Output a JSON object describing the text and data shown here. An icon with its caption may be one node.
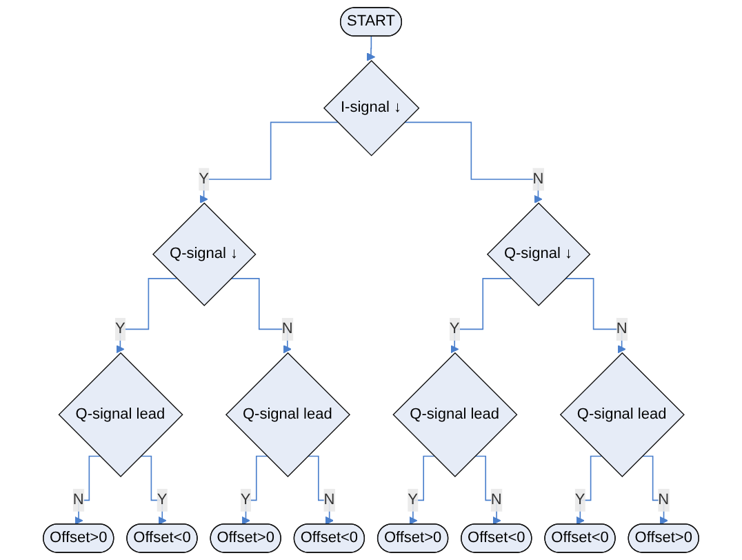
{
  "diagram": {
    "nodes": [
      {
        "text": [
          "START"
        ]
      },
      {
        "text": [
          "I-signal ↓"
        ]
      },
      {
        "text": [
          "Q-signal ↓"
        ]
      },
      {
        "text": [
          "Q-signal ↓"
        ]
      },
      {
        "text": [
          "Q-signal lead"
        ]
      },
      {
        "text": [
          "Q-signal lead"
        ]
      },
      {
        "text": [
          "Q-signal lead"
        ]
      },
      {
        "text": [
          "Q-signal lead"
        ]
      },
      {
        "text": [
          "Offset>0"
        ]
      },
      {
        "text": [
          "Offset>0"
        ]
      },
      {
        "text": [
          "Offset>0"
        ]
      },
      {
        "text": [
          "Offset<0"
        ]
      },
      {
        "text": [
          "Offset<0"
        ]
      },
      {
        "text": [
          "Offset<0"
        ]
      },
      {
        "text": [
          "Offset<0"
        ]
      },
      {
        "text": [
          "Offset>0"
        ]
      }
    ],
    "edges": [
      {
        "from": 0,
        "to": 1,
        "arrow": "to"
      },
      {
        "from": 1,
        "to": 2,
        "label": "Y",
        "arrow": "to"
      },
      {
        "from": 1,
        "to": 3,
        "label": "N",
        "arrow": "to"
      },
      {
        "from": 2,
        "to": 4,
        "label": "Y",
        "arrow": "to"
      },
      {
        "from": 2,
        "to": 5,
        "label": "N",
        "arrow": "to"
      },
      {
        "from": 3,
        "to": 6,
        "label": "Y",
        "arrow": "to"
      },
      {
        "from": 3,
        "to": 7,
        "label": "N",
        "arrow": "to"
      },
      {
        "from": 4,
        "to": 8,
        "label": "N",
        "arrow": "to"
      },
      {
        "from": 4,
        "to": 12,
        "label": "Y",
        "arrow": "to"
      },
      {
        "from": 5,
        "to": 9,
        "label": "Y",
        "arrow": "to"
      },
      {
        "from": 5,
        "to": 13,
        "label": "N",
        "arrow": "to"
      },
      {
        "from": 6,
        "to": 10,
        "label": "Y",
        "arrow": "to"
      },
      {
        "from": 6,
        "to": 14,
        "label": "N",
        "arrow": "to"
      },
      {
        "from": 7,
        "to": 11,
        "label": "Y",
        "arrow": "to"
      },
      {
        "from": 7,
        "to": 15,
        "label": "N",
        "arrow": "to"
      }
    ]
  }
}
